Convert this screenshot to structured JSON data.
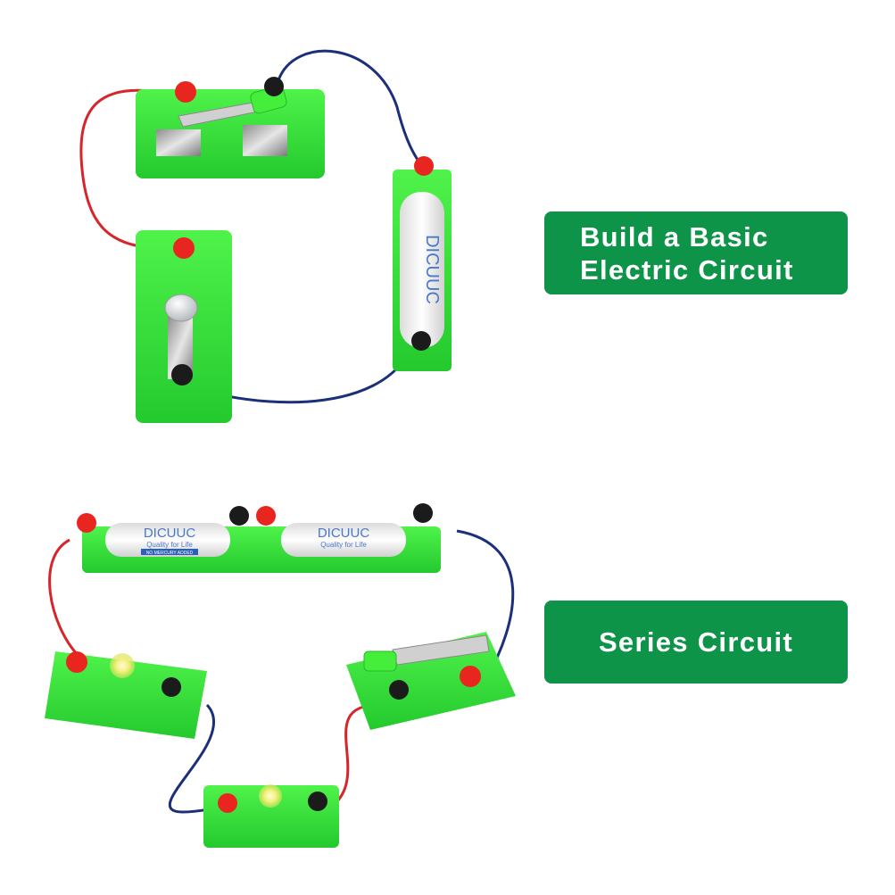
{
  "labels": {
    "basic_circuit": "Build a Basic\nElectric Circuit",
    "series_circuit": "Series Circuit"
  },
  "battery_print": {
    "brand": "DICUUC",
    "slogan": "Quality for Life",
    "strip": "NO MERCURY ADDED"
  },
  "colors": {
    "label_bg": "#0d9448",
    "board_green": "#33e83a",
    "wire_red": "#d6252b",
    "wire_blue": "#1c2f7a",
    "terminal_red": "#e8261f",
    "terminal_black": "#1b1b1b"
  }
}
